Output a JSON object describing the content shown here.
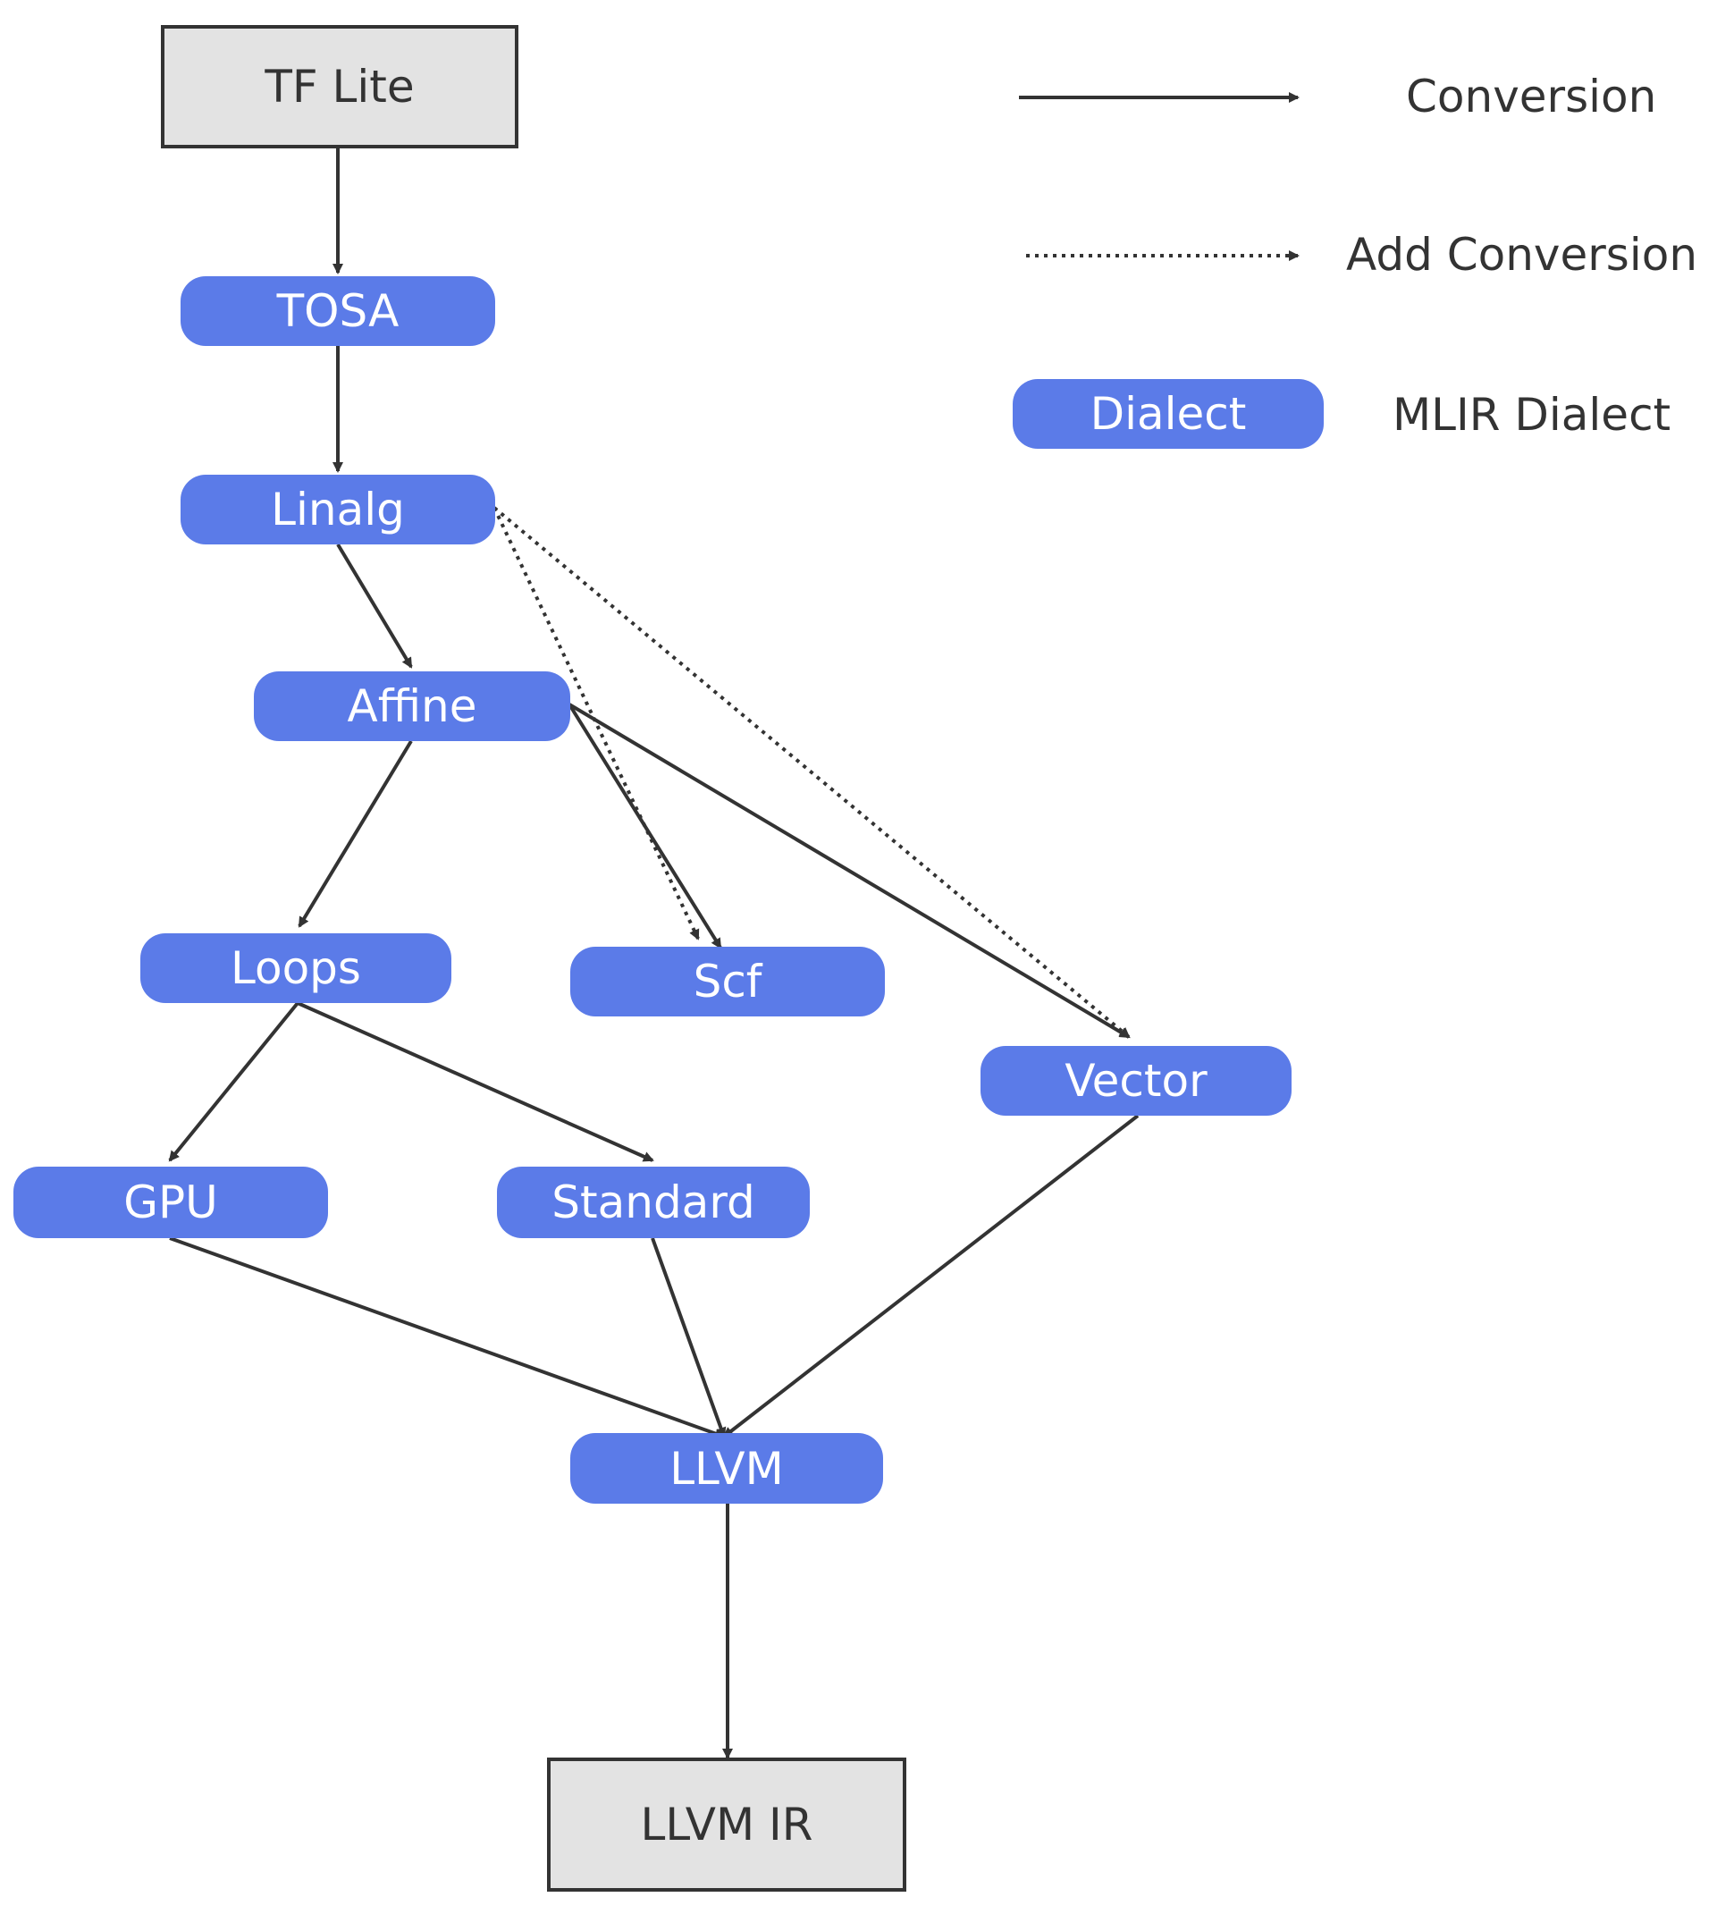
{
  "nodes": {
    "tflite": "TF Lite",
    "tosa": "TOSA",
    "linalg": "Linalg",
    "affine": "Affine",
    "loops": "Loops",
    "scf": "Scf",
    "vector": "Vector",
    "gpu": "GPU",
    "standard": "Standard",
    "llvm": "LLVM",
    "llvmir": "LLVM IR"
  },
  "legend": {
    "conversion": "Conversion",
    "add_conversion": "Add Conversion",
    "dialect_sample": "Dialect",
    "dialect_label": "MLIR Dialect"
  },
  "colors": {
    "dialect": "#5b7be8",
    "external": "#e3e3e3",
    "line": "#333333"
  },
  "edges": [
    {
      "from": "tflite",
      "to": "tosa",
      "style": "solid"
    },
    {
      "from": "tosa",
      "to": "linalg",
      "style": "solid"
    },
    {
      "from": "linalg",
      "to": "affine",
      "style": "solid"
    },
    {
      "from": "linalg",
      "to": "scf",
      "style": "dotted"
    },
    {
      "from": "linalg",
      "to": "vector",
      "style": "dotted"
    },
    {
      "from": "affine",
      "to": "loops",
      "style": "solid"
    },
    {
      "from": "affine",
      "to": "scf",
      "style": "solid"
    },
    {
      "from": "affine",
      "to": "vector",
      "style": "solid"
    },
    {
      "from": "loops",
      "to": "gpu",
      "style": "solid"
    },
    {
      "from": "loops",
      "to": "standard",
      "style": "solid"
    },
    {
      "from": "gpu",
      "to": "llvm",
      "style": "solid"
    },
    {
      "from": "standard",
      "to": "llvm",
      "style": "solid"
    },
    {
      "from": "vector",
      "to": "llvm",
      "style": "solid"
    },
    {
      "from": "llvm",
      "to": "llvmir",
      "style": "solid"
    }
  ]
}
